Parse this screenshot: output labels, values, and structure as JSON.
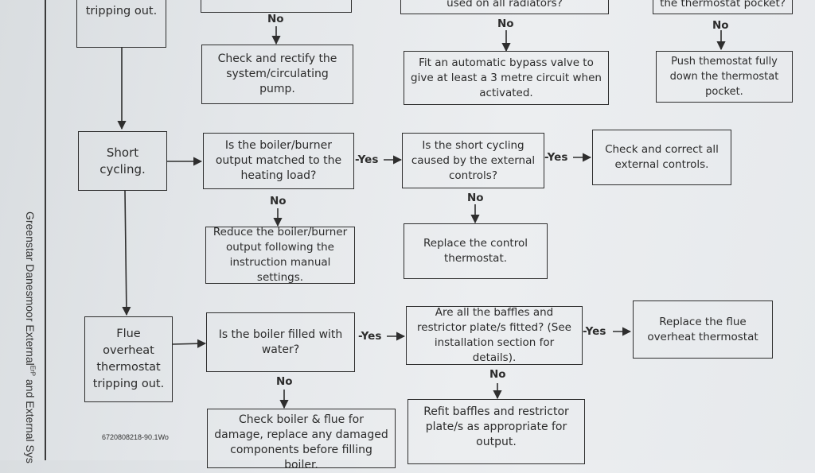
{
  "side_title": {
    "before": "Greenstar Danesmoor External",
    "superscript": "ErP",
    "after": " and External Sys"
  },
  "figure_code": "6720808218-90.1Wo",
  "connectors": {
    "yes": "Yes",
    "no": "No"
  },
  "boxes": {
    "tripping_out": "tripping out.",
    "top_mid_partial": "used on all radiators?",
    "top_right_partial": "the thermostat pocket?",
    "check_pump": "Check and rectify the system/circulating pump.",
    "bypass_valve": "Fit an automatic bypass valve to give at least a 3 metre circuit when activated.",
    "push_thermostat": "Push themostat fully down the thermostat pocket.",
    "short_cycling": "Short cycling.",
    "output_matched": "Is the boiler/burner output matched to the heating load?",
    "external_controls_q": "Is the short cycling caused by the external controls?",
    "check_controls": "Check and correct all external controls.",
    "reduce_output": "Reduce the boiler/burner output following the instruction manual settings.",
    "replace_control": "Replace the control thermostat.",
    "flue_overheat": "Flue overheat thermostat tripping out.",
    "filled_water": "Is the boiler filled with water?",
    "baffles_q": "Are all the baffles and restrictor plate/s fitted? (See installation section for details).",
    "replace_flue": "Replace the flue overheat thermostat",
    "check_damage": "Check boiler & flue for damage, replace any damaged components before filling boiler.",
    "refit_baffles": "Refit baffles and restrictor plate/s as appropriate for output."
  }
}
